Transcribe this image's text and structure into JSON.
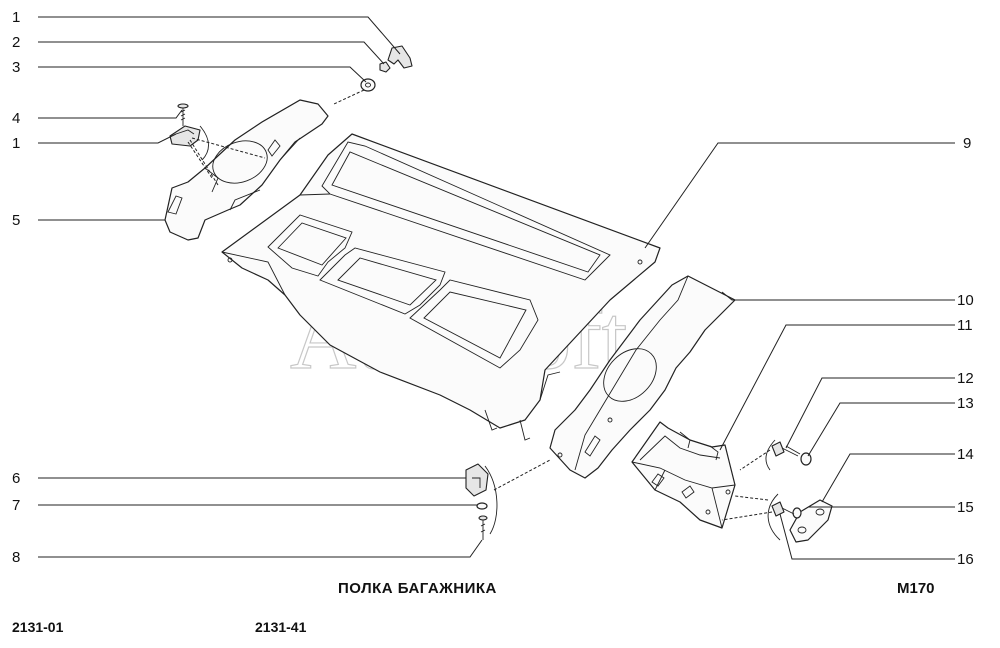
{
  "diagram": {
    "title": "ПОЛКА БАГАЖНИКА",
    "code": "M170",
    "watermark": "AutoSoft",
    "models": [
      "2131-01",
      "2131-41"
    ],
    "callouts": [
      {
        "id": "c1a",
        "label": "1"
      },
      {
        "id": "c2",
        "label": "2"
      },
      {
        "id": "c3",
        "label": "3"
      },
      {
        "id": "c4",
        "label": "4"
      },
      {
        "id": "c1b",
        "label": "1"
      },
      {
        "id": "c5",
        "label": "5"
      },
      {
        "id": "c6",
        "label": "6"
      },
      {
        "id": "c7",
        "label": "7"
      },
      {
        "id": "c8",
        "label": "8"
      },
      {
        "id": "c9",
        "label": "9"
      },
      {
        "id": "c10",
        "label": "10"
      },
      {
        "id": "c11",
        "label": "11"
      },
      {
        "id": "c12",
        "label": "12"
      },
      {
        "id": "c13",
        "label": "13"
      },
      {
        "id": "c14",
        "label": "14"
      },
      {
        "id": "c15",
        "label": "15"
      },
      {
        "id": "c16",
        "label": "16"
      }
    ]
  }
}
